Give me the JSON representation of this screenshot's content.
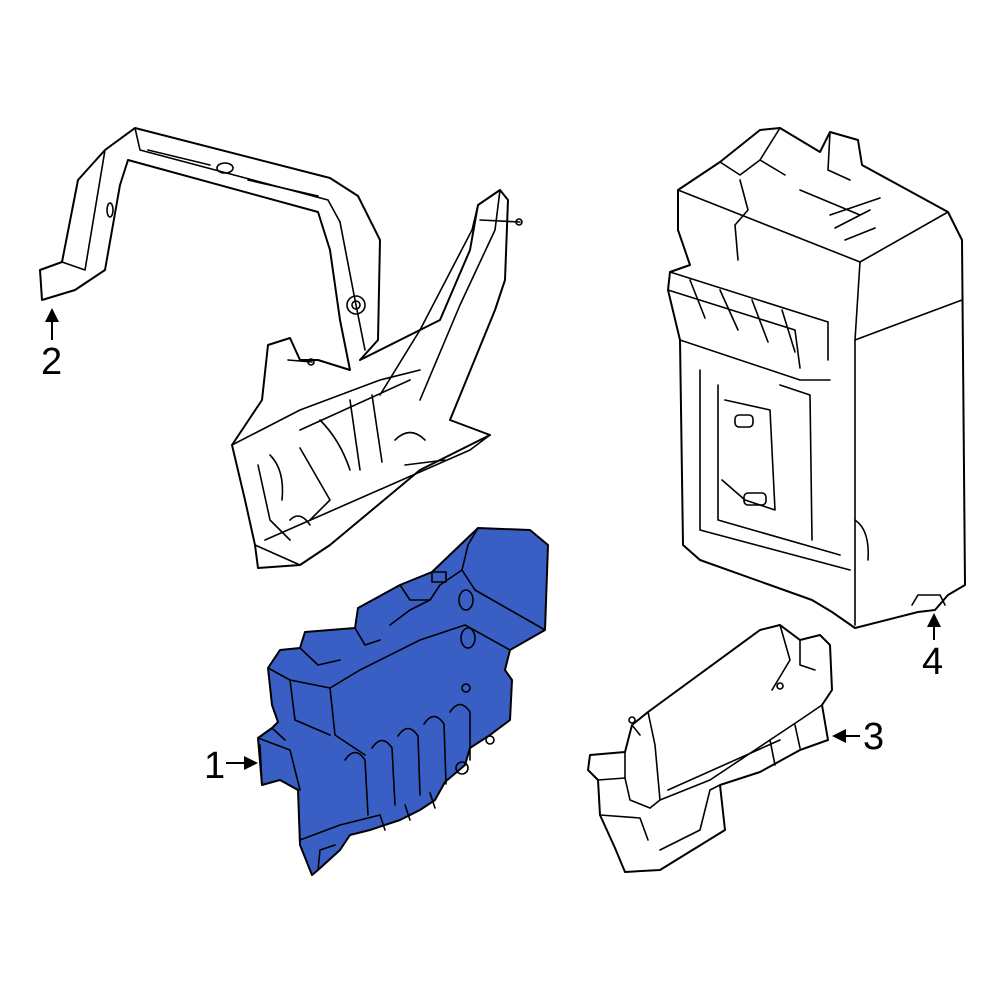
{
  "colors": {
    "highlight_fill": "#3A5FC4",
    "line": "#000000",
    "background": "#FFFFFF"
  },
  "callouts": [
    {
      "number": "1",
      "part": "module"
    },
    {
      "number": "2",
      "part": "mounting-bracket"
    },
    {
      "number": "3",
      "part": "lower-bracket"
    },
    {
      "number": "4",
      "part": "fuse-box-cover"
    }
  ]
}
